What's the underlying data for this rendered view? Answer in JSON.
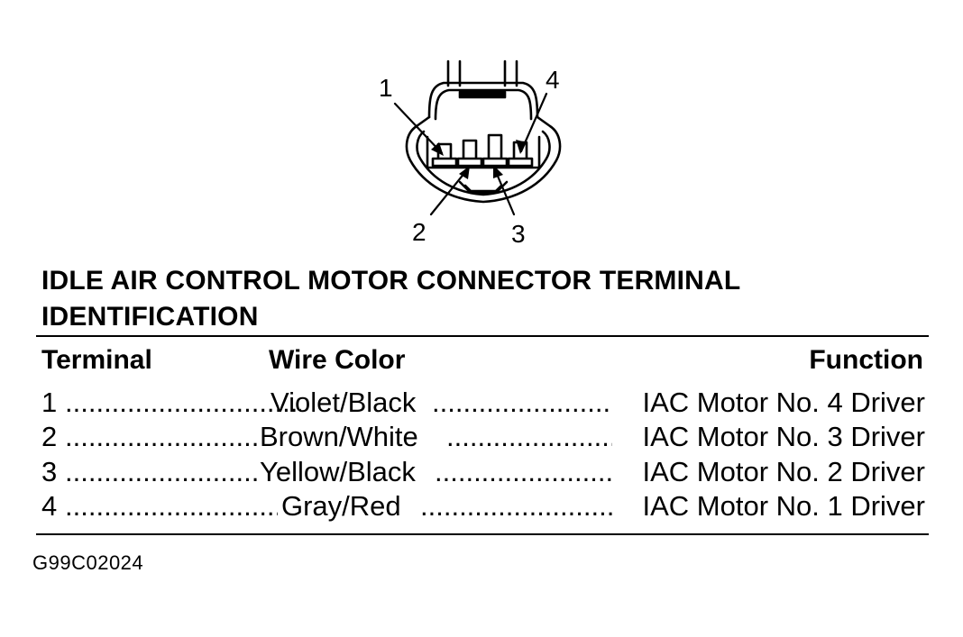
{
  "diagram": {
    "callouts": [
      "1",
      "2",
      "3",
      "4"
    ]
  },
  "title": "IDLE AIR CONTROL MOTOR CONNECTOR TERMINAL IDENTIFICATION",
  "table": {
    "headers": {
      "terminal": "Terminal",
      "wire_color": "Wire Color",
      "function": "Function"
    },
    "rows": [
      {
        "terminal": "1",
        "wire_color": "Violet/Black",
        "function": "IAC Motor No. 4 Driver"
      },
      {
        "terminal": "2",
        "wire_color": "Brown/White",
        "function": "IAC Motor No. 3 Driver"
      },
      {
        "terminal": "3",
        "wire_color": "Yellow/Black",
        "function": "IAC Motor No. 2 Driver"
      },
      {
        "terminal": "4",
        "wire_color": "Gray/Red",
        "function": "IAC Motor No. 1 Driver"
      }
    ]
  },
  "figure_id": "G99C02024"
}
